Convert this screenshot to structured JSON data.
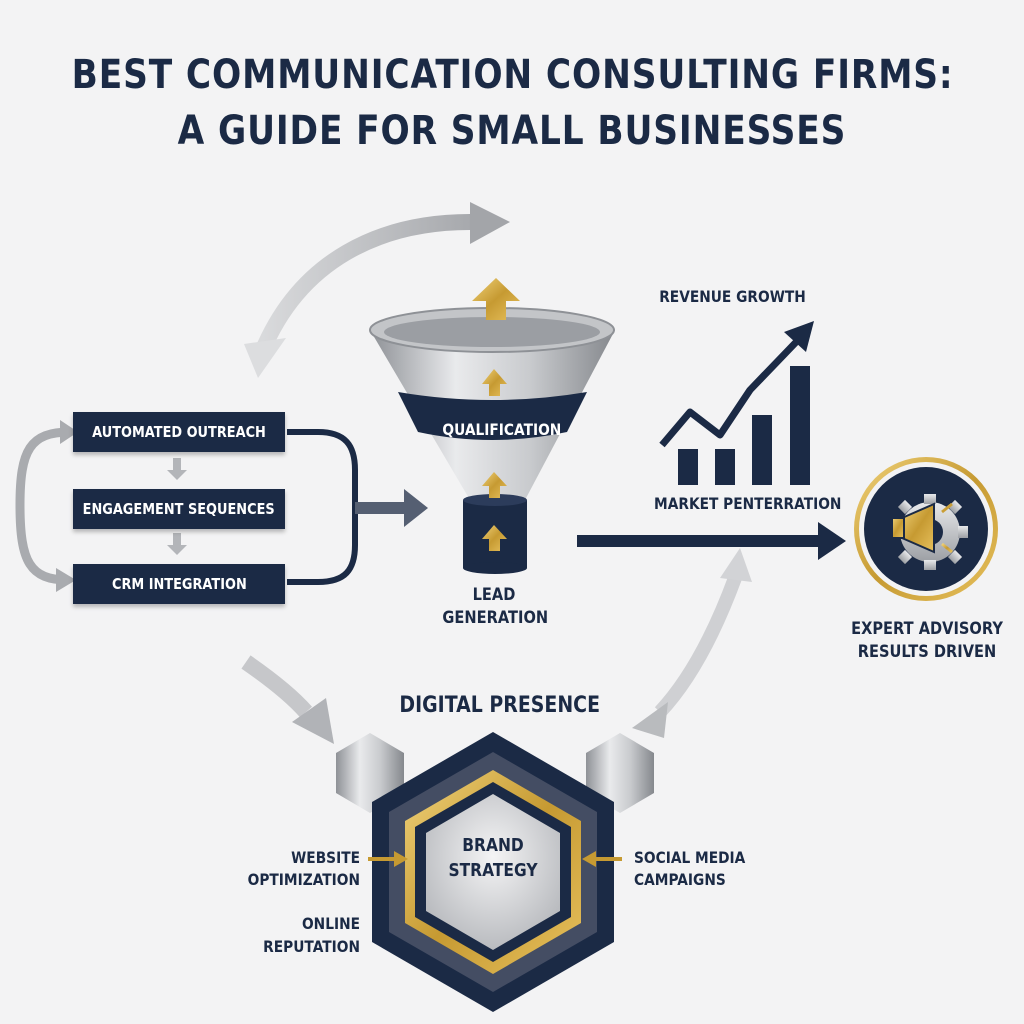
{
  "title": {
    "line1": "BEST COMMUNICATION CONSULTING FIRMS:",
    "line2": "A GUIDE FOR SMALL BUSINESSES"
  },
  "process": {
    "steps": [
      "AUTOMATED OUTREACH",
      "ENGAGEMENT SEQUENCES",
      "CRM INTEGRATION"
    ]
  },
  "funnel": {
    "band_label": "QUALIFICATION",
    "base_label_1": "LEAD",
    "base_label_2": "GENERATION"
  },
  "growth": {
    "top_label": "REVENUE GROWTH",
    "bottom_label": "MARKET PENTERRATION"
  },
  "advisory": {
    "line1": "EXPERT ADVISORY",
    "line2": "RESULTS DRIVEN",
    "icon": "megaphone-gear-icon"
  },
  "hexagon": {
    "heading": "DIGITAL PRESENCE",
    "center_line1": "BRAND",
    "center_line2": "STRATEGY",
    "left_1a": "WEBSITE",
    "left_1b": "OPTIMIZATION",
    "left_2a": "ONLINE",
    "left_2b": "REPUTATION",
    "right_1a": "SOCIAL MEDIA",
    "right_1b": "CAMPAIGNS"
  },
  "colors": {
    "navy": "#1b2a45",
    "gold": "#c9a23c",
    "silver": "#b7b9bd",
    "background": "#f3f3f4"
  }
}
